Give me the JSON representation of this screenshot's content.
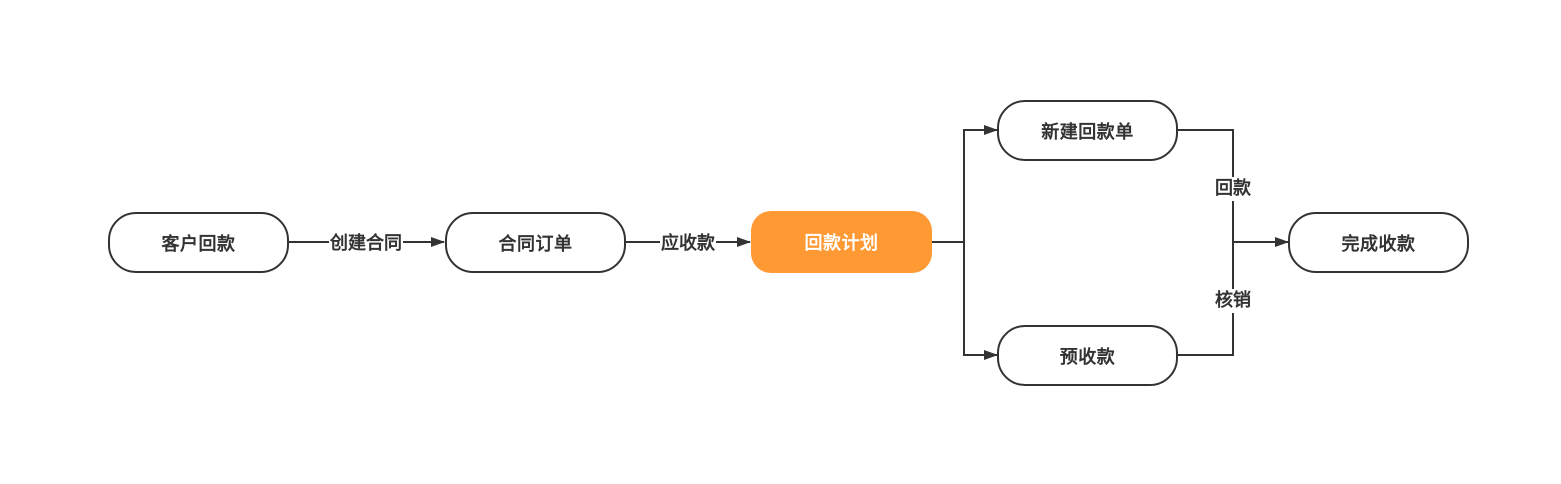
{
  "colors": {
    "line": "#333333",
    "highlight_fill": "#FF9933",
    "highlight_text": "#ffffff"
  },
  "nodes": {
    "customer_payment": "客户回款",
    "contract_order": "合同订单",
    "payment_plan": "回款计划",
    "new_payment_slip": "新建回款单",
    "advance_receipt": "预收款",
    "complete_collection": "完成收款"
  },
  "edges": {
    "create_contract": "创建合同",
    "receivable": "应收款",
    "payment": "回款",
    "write_off": "核销"
  }
}
